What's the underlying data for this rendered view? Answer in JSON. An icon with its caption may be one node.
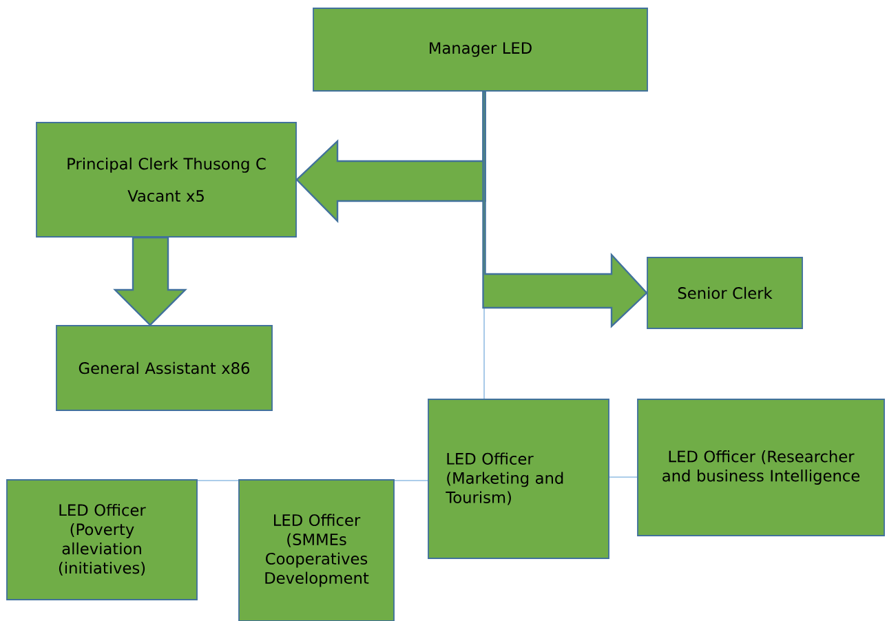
{
  "diagram": {
    "nodes": [
      {
        "text": [
          "Manager LED"
        ]
      },
      {
        "text": [
          "Principal Clerk Thusong C",
          "Vacant x5"
        ]
      },
      {
        "text": [
          "General Assistant x86"
        ]
      },
      {
        "text": [
          "Senior Clerk"
        ]
      },
      {
        "text": [
          "LED Officer (Marketing and Tourism)"
        ]
      },
      {
        "text": [
          "LED Officer (Researcher and business Intelligence"
        ]
      },
      {
        "text": [
          "LED Officer (Poverty alleviation (initiatives)"
        ]
      },
      {
        "text": [
          "LED Officer (SMMEs Cooperatives Development"
        ]
      }
    ],
    "edges": [
      {
        "from": 0,
        "to": 1,
        "arrow": "to",
        "style": "thick"
      },
      {
        "from": 1,
        "to": 2,
        "arrow": "to",
        "style": "thick"
      },
      {
        "from": 0,
        "to": 3,
        "arrow": "to",
        "style": "thick"
      },
      {
        "from": 0,
        "to": 4,
        "arrow": "none"
      },
      {
        "from": 4,
        "to": 5,
        "arrow": "none"
      },
      {
        "from": 4,
        "to": 7,
        "arrow": "none"
      },
      {
        "from": 7,
        "to": 6,
        "arrow": "none"
      }
    ]
  }
}
